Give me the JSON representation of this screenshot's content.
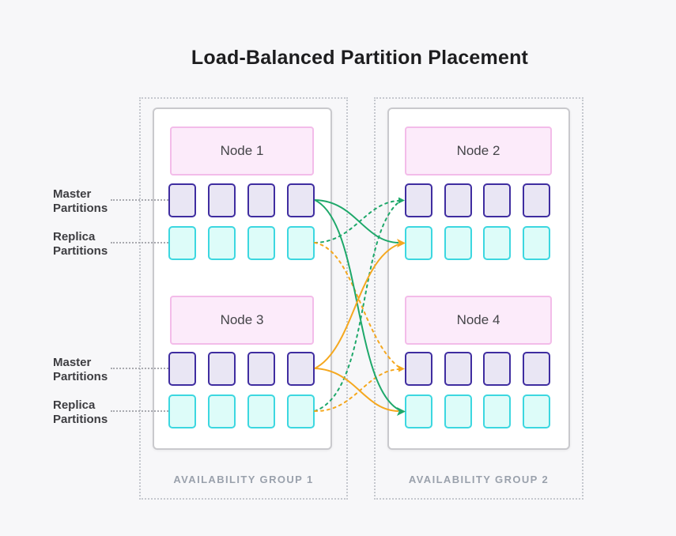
{
  "title": "Load-Balanced Partition Placement",
  "groups": [
    {
      "caption": "AVAILABILITY GROUP 1",
      "nodes": [
        {
          "label": "Node 1"
        },
        {
          "label": "Node 3"
        }
      ]
    },
    {
      "caption": "AVAILABILITY GROUP 2",
      "nodes": [
        {
          "label": "Node 2"
        },
        {
          "label": "Node 4"
        }
      ]
    }
  ],
  "side_labels": [
    {
      "line1": "Master",
      "line2": "Partitions"
    },
    {
      "line1": "Replica",
      "line2": "Partitions"
    },
    {
      "line1": "Master",
      "line2": "Partitions"
    },
    {
      "line1": "Replica",
      "line2": "Partitions"
    }
  ],
  "partitions": {
    "per_row": 4,
    "row_types": [
      "master",
      "replica"
    ]
  },
  "connections": [
    {
      "from": "Node 1 Master Partitions",
      "to": "Node 2 Replica Partitions",
      "style": "solid",
      "color": "green"
    },
    {
      "from": "Node 1 Master Partitions",
      "to": "Node 4 Replica Partitions",
      "style": "solid",
      "color": "green"
    },
    {
      "from": "Node 3 Master Partitions",
      "to": "Node 2 Replica Partitions",
      "style": "solid",
      "color": "orange"
    },
    {
      "from": "Node 3 Master Partitions",
      "to": "Node 4 Replica Partitions",
      "style": "solid",
      "color": "orange"
    },
    {
      "from": "Node 1 Replica Partitions",
      "to": "Node 2 Master Partitions",
      "style": "dotted",
      "color": "green"
    },
    {
      "from": "Node 3 Replica Partitions",
      "to": "Node 2 Master Partitions",
      "style": "dotted",
      "color": "green"
    },
    {
      "from": "Node 1 Replica Partitions",
      "to": "Node 4 Master Partitions",
      "style": "dotted",
      "color": "orange"
    },
    {
      "from": "Node 3 Replica Partitions",
      "to": "Node 4 Master Partitions",
      "style": "dotted",
      "color": "orange"
    }
  ],
  "colors": {
    "flow_green": "#1ea86a",
    "flow_orange": "#f5a81f",
    "master_fill": "#e9e6f4",
    "master_border": "#3f2da0",
    "replica_fill": "#ddfcf9",
    "replica_border": "#3cd7e0",
    "node_fill": "#fcebfa",
    "node_border": "#f3bce9",
    "background": "#f7f7f9"
  }
}
